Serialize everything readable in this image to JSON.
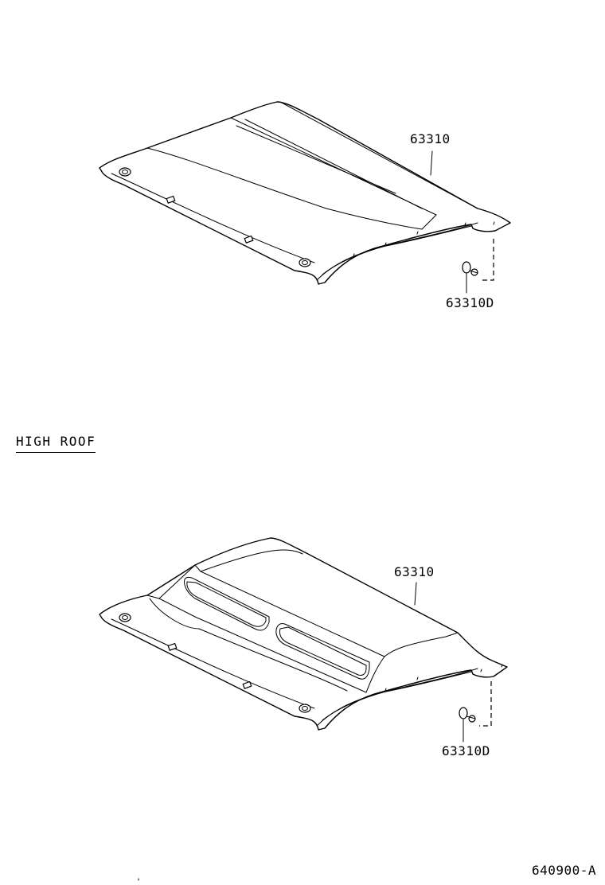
{
  "diagram": {
    "standard_roof": {
      "headliner_part": "63310",
      "clip_part": "63310D"
    },
    "high_roof": {
      "section_title": "HIGH ROOF",
      "headliner_part": "63310",
      "clip_part": "63310D"
    },
    "figure_code": "640900-A"
  }
}
